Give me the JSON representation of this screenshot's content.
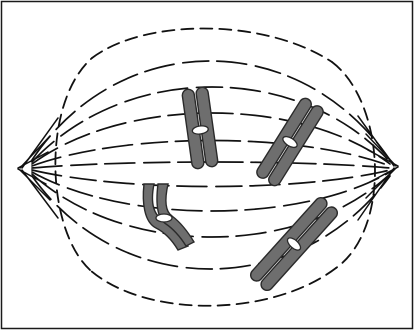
{
  "figure": {
    "frame": {
      "color": "#1a1a1a"
    },
    "nuclear_envelope": {
      "style": "dashed",
      "color": "#111111"
    },
    "spindle_fibers": {
      "style": "dashed",
      "color": "#111111"
    },
    "chromosomes": {
      "count": 4,
      "fill_color": "#6e6e6e",
      "outline_color": "#2a2a2a",
      "centromere_color": "#ffffff"
    }
  }
}
